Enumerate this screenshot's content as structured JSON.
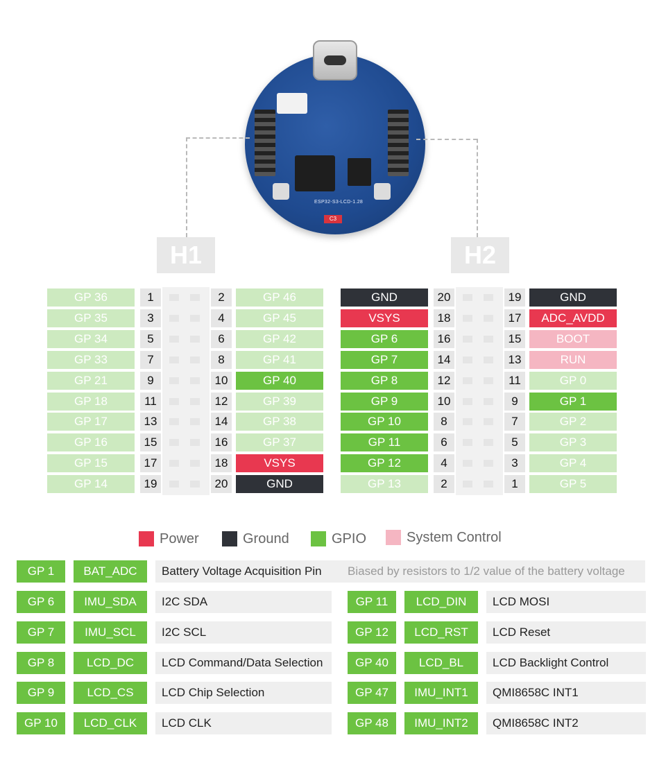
{
  "board": {
    "model_text": "ESP32-S3-LCD-1.28",
    "cap_label": "C3"
  },
  "headers": {
    "h1_title": "H1",
    "h2_title": "H2"
  },
  "h1": {
    "rows": [
      {
        "left_label": "GP 36",
        "left_color": "light",
        "left_num": "1",
        "right_num": "2",
        "right_label": "GP 46",
        "right_color": "light"
      },
      {
        "left_label": "GP 35",
        "left_color": "light",
        "left_num": "3",
        "right_num": "4",
        "right_label": "GP 45",
        "right_color": "light"
      },
      {
        "left_label": "GP 34",
        "left_color": "light",
        "left_num": "5",
        "right_num": "6",
        "right_label": "GP 42",
        "right_color": "light"
      },
      {
        "left_label": "GP 33",
        "left_color": "light",
        "left_num": "7",
        "right_num": "8",
        "right_label": "GP 41",
        "right_color": "light"
      },
      {
        "left_label": "GP 21",
        "left_color": "light",
        "left_num": "9",
        "right_num": "10",
        "right_label": "GP 40",
        "right_color": "green"
      },
      {
        "left_label": "GP 18",
        "left_color": "light",
        "left_num": "11",
        "right_num": "12",
        "right_label": "GP 39",
        "right_color": "light"
      },
      {
        "left_label": "GP 17",
        "left_color": "light",
        "left_num": "13",
        "right_num": "14",
        "right_label": "GP 38",
        "right_color": "light"
      },
      {
        "left_label": "GP 16",
        "left_color": "light",
        "left_num": "15",
        "right_num": "16",
        "right_label": "GP 37",
        "right_color": "light"
      },
      {
        "left_label": "GP 15",
        "left_color": "light",
        "left_num": "17",
        "right_num": "18",
        "right_label": "VSYS",
        "right_color": "red"
      },
      {
        "left_label": "GP 14",
        "left_color": "light",
        "left_num": "19",
        "right_num": "20",
        "right_label": "GND",
        "right_color": "dark"
      }
    ]
  },
  "h2": {
    "rows": [
      {
        "left_label": "GND",
        "left_color": "dark",
        "left_num": "20",
        "right_num": "19",
        "right_label": "GND",
        "right_color": "dark"
      },
      {
        "left_label": "VSYS",
        "left_color": "red",
        "left_num": "18",
        "right_num": "17",
        "right_label": "ADC_AVDD",
        "right_color": "red"
      },
      {
        "left_label": "GP 6",
        "left_color": "green",
        "left_num": "16",
        "right_num": "15",
        "right_label": "BOOT",
        "right_color": "pink"
      },
      {
        "left_label": "GP 7",
        "left_color": "green",
        "left_num": "14",
        "right_num": "13",
        "right_label": "RUN",
        "right_color": "pink"
      },
      {
        "left_label": "GP 8",
        "left_color": "green",
        "left_num": "12",
        "right_num": "11",
        "right_label": "GP 0",
        "right_color": "light"
      },
      {
        "left_label": "GP 9",
        "left_color": "green",
        "left_num": "10",
        "right_num": "9",
        "right_label": "GP 1",
        "right_color": "green"
      },
      {
        "left_label": "GP 10",
        "left_color": "green",
        "left_num": "8",
        "right_num": "7",
        "right_label": "GP 2",
        "right_color": "light"
      },
      {
        "left_label": "GP 11",
        "left_color": "green",
        "left_num": "6",
        "right_num": "5",
        "right_label": "GP 3",
        "right_color": "light"
      },
      {
        "left_label": "GP 12",
        "left_color": "green",
        "left_num": "4",
        "right_num": "3",
        "right_label": "GP 4",
        "right_color": "light"
      },
      {
        "left_label": "GP 13",
        "left_color": "light",
        "left_num": "2",
        "right_num": "1",
        "right_label": "GP 5",
        "right_color": "light"
      }
    ]
  },
  "legend": {
    "power": "Power",
    "ground": "Ground",
    "gpio": "GPIO",
    "system_control": "System Control",
    "colors": {
      "power": "#e83850",
      "ground": "#2f3238",
      "gpio": "#6cc242",
      "system_control": "#f5b6c2",
      "gpio_unused": "#cdeac0"
    }
  },
  "functions": {
    "gp1": {
      "pin": "GP 1",
      "signal": "BAT_ADC",
      "description": "Battery Voltage Acquisition Pin",
      "note": "Biased by resistors to 1/2 value of the battery voltage"
    },
    "left": [
      {
        "pin": "GP 6",
        "signal": "IMU_SDA",
        "description": "I2C SDA"
      },
      {
        "pin": "GP 7",
        "signal": "IMU_SCL",
        "description": "I2C SCL"
      },
      {
        "pin": "GP 8",
        "signal": "LCD_DC",
        "description": "LCD Command/Data Selection"
      },
      {
        "pin": "GP 9",
        "signal": "LCD_CS",
        "description": "LCD Chip Selection"
      },
      {
        "pin": "GP 10",
        "signal": "LCD_CLK",
        "description": "LCD CLK"
      }
    ],
    "right": [
      {
        "pin": "GP 11",
        "signal": "LCD_DIN",
        "description": "LCD MOSI"
      },
      {
        "pin": "GP 12",
        "signal": "LCD_RST",
        "description": "LCD Reset"
      },
      {
        "pin": "GP 40",
        "signal": "LCD_BL",
        "description": "LCD Backlight Control"
      },
      {
        "pin": "GP 47",
        "signal": "IMU_INT1",
        "description": "QMI8658C INT1"
      },
      {
        "pin": "GP 48",
        "signal": "IMU_INT2",
        "description": "QMI8658C INT2"
      }
    ]
  }
}
